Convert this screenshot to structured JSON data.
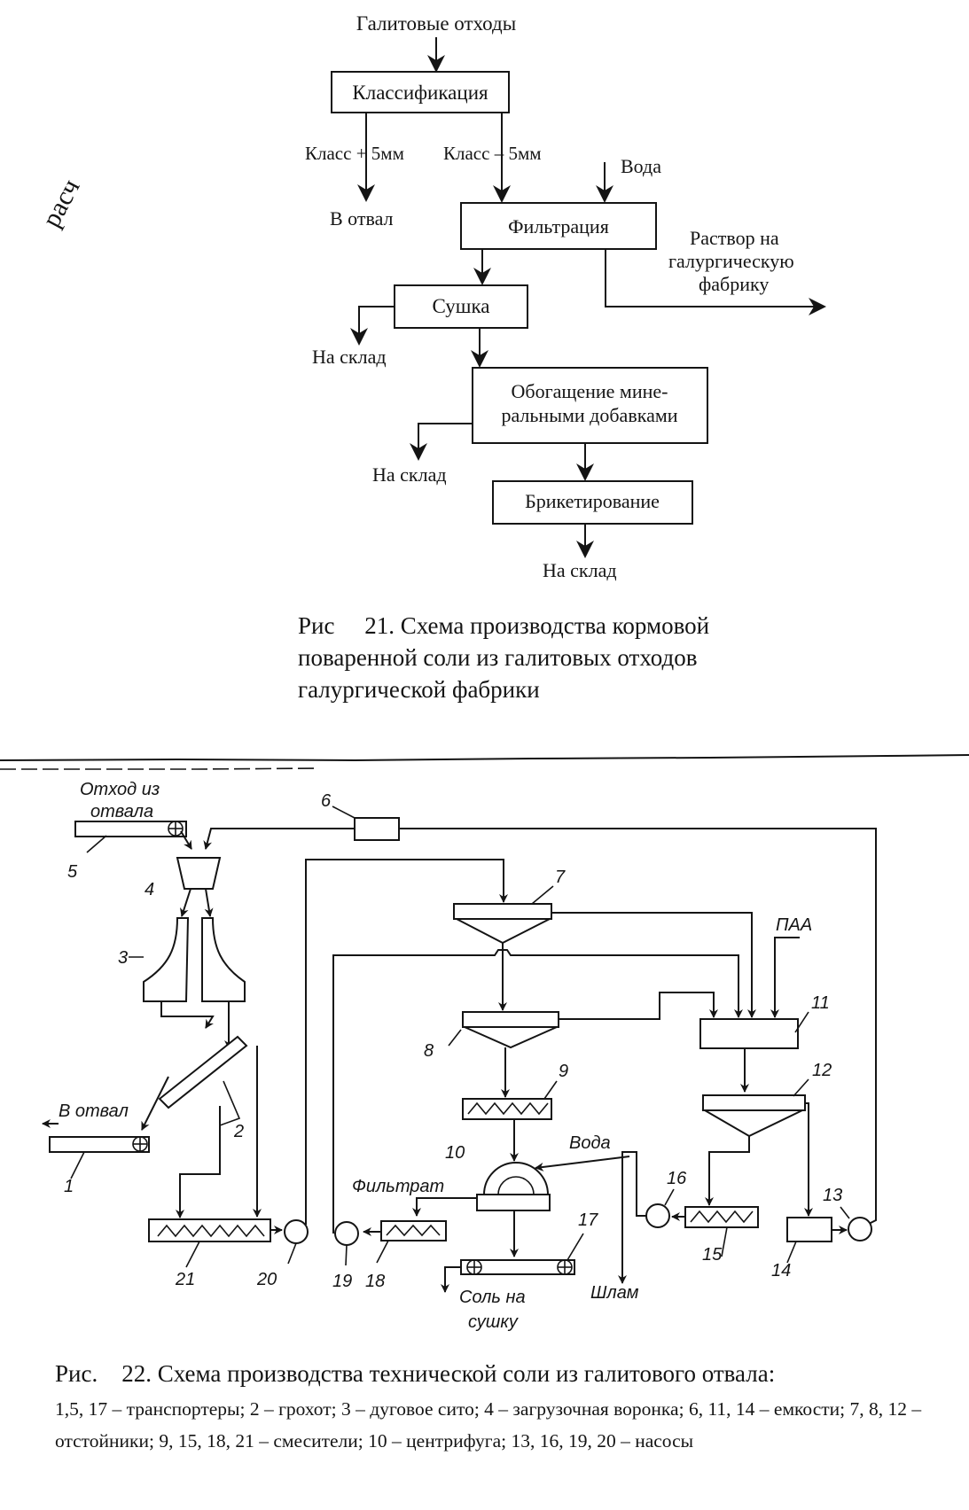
{
  "diagram1": {
    "source": "Галитовые отходы",
    "classification": "Классификация",
    "class_plus": "Класс + 5мм",
    "class_minus": "Класс – 5мм",
    "to_dump": "В отвал",
    "water": "Вода",
    "filtration": "Фильтрация",
    "solution_line1": "Раствор на",
    "solution_line2": "галургическую",
    "solution_line3": "фабрику",
    "drying": "Сушка",
    "warehouse": "На склад",
    "enrich_line1": "Обогащение мине-",
    "enrich_line2": "ральными добавками",
    "briquetting": "Брикетирование",
    "caption_prefix": "Рис",
    "caption_text": "21. Схема производства кормовой поваренной соли из галитовых отходов галургической фабрики"
  },
  "diagram2": {
    "waste_line1": "Отход из",
    "waste_line2": "отвала",
    "to_dump": "В отвал",
    "paa": "ПАА",
    "water": "Вода",
    "filtrate": "Фильтрат",
    "sludge": "Шлам",
    "salt_line1": "Соль на",
    "salt_line2": "сушку",
    "numbers": [
      "1",
      "2",
      "3",
      "4",
      "5",
      "6",
      "7",
      "8",
      "9",
      "10",
      "11",
      "12",
      "13",
      "14",
      "15",
      "16",
      "17",
      "18",
      "19",
      "20",
      "21"
    ],
    "caption_prefix": "Рис.",
    "caption_title": "22. Схема производства технической соли из галитового отвала:",
    "caption_legend": "1,5, 17 – транспортеры; 2 – грохот; 3 – дуговое сито; 4 – загрузочная воронка; 6, 11, 14 – емкости; 7, 8, 12 – отстойники; 9, 15, 18, 21 – смесители; 10 – центрифуга; 13, 16, 19, 20 – насосы"
  },
  "margin_note": "расч"
}
